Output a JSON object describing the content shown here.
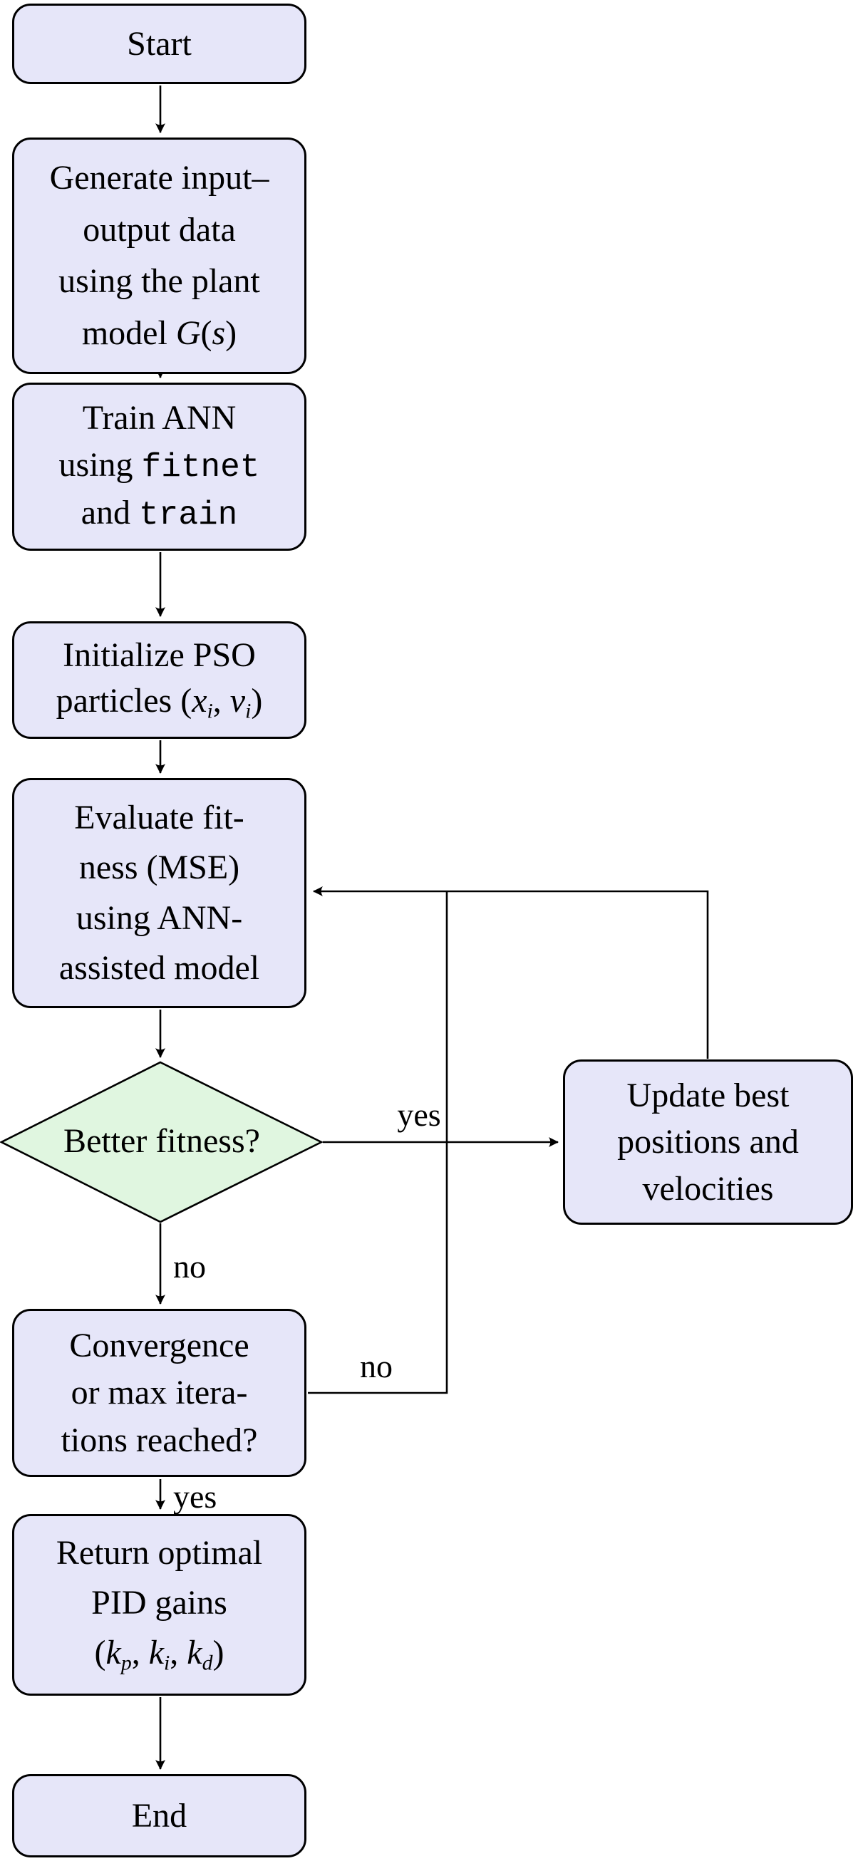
{
  "colors": {
    "box_fill": "#e6e6f9",
    "decision_fill": "#e0f6e0",
    "stroke": "#000000",
    "text": "#000000",
    "background": "#ffffff"
  },
  "nodes": {
    "start": {
      "text": "Start"
    },
    "generate": {
      "l1": "Generate input–",
      "l2": "output data",
      "l3": "using the plant",
      "l4a": "model ",
      "l4b": "G",
      "l4c": "(",
      "l4d": "s",
      "l4e": ")"
    },
    "train": {
      "l1": "Train ANN",
      "l2a": "using ",
      "l2b": "fitnet",
      "l3a": "and ",
      "l3b": "train"
    },
    "initialize": {
      "l1": "Initialize PSO",
      "l2a": "particles (",
      "l2b": "x",
      "l2c": "i",
      "l2d": ", ",
      "l2e": "v",
      "l2f": "i",
      "l2g": ")"
    },
    "evaluate": {
      "l1": "Evaluate fit-",
      "l2": "ness (MSE)",
      "l3": "using ANN-",
      "l4": "assisted model"
    },
    "decision": {
      "text": "Better fitness?"
    },
    "update": {
      "l1": "Update best",
      "l2": "positions and",
      "l3": "velocities"
    },
    "convergence": {
      "l1": "Convergence",
      "l2": "or max itera-",
      "l3": "tions reached?"
    },
    "return": {
      "l1": "Return optimal",
      "l2": "PID gains",
      "l3a": "(",
      "l3b": "k",
      "l3c": "p",
      "l3d": ", ",
      "l3e": "k",
      "l3f": "i",
      "l3g": ", ",
      "l3h": "k",
      "l3i": "d",
      "l3j": ")"
    },
    "end": {
      "text": "End"
    }
  },
  "edge_labels": {
    "decision_yes": "yes",
    "decision_no": "no",
    "convergence_no": "no",
    "convergence_yes": "yes"
  }
}
